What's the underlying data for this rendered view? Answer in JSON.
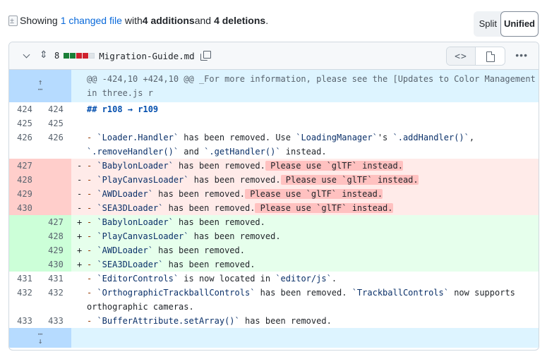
{
  "summary": {
    "prefix": "Showing",
    "changed_files_link": "1 changed file",
    "with": "with",
    "additions": "4 additions",
    "and": "and",
    "deletions": "4 deletions",
    "suffix": "."
  },
  "view_toggle": {
    "split_label": "Split",
    "unified_label": "Unified",
    "selected": "Unified"
  },
  "file": {
    "change_count": "8",
    "stat_bars": [
      "#1a7f37",
      "#1a7f37",
      "#cf222e",
      "#cf222e",
      "#dfe4e8"
    ],
    "name": "Migration-Guide.md",
    "colors": {
      "addition": "#1a7f37",
      "deletion": "#cf222e",
      "neutral": "#dfe4e8"
    }
  },
  "hunk": {
    "header": "@@ -424,10 +424,10 @@ _For more information, please see the [Updates to Color Management in three.js r"
  },
  "lines": [
    {
      "type": "ctx",
      "old": "424",
      "new": "424",
      "heading": "## r108 → r109"
    },
    {
      "type": "ctx",
      "old": "425",
      "new": "425"
    },
    {
      "type": "ctx",
      "old": "426",
      "new": "426",
      "p1": "- ",
      "c1": "`Loader.Handler`",
      "t1": " has been removed. Use ",
      "c2": "`LoadingManager`",
      "t2": "'s ",
      "c3": "`.addHandler()`",
      "t3": ", ",
      "c4": "`.removeHandler()`",
      "t4": " and ",
      "c5": "`.getHandler()`",
      "t5": " instead."
    },
    {
      "type": "del",
      "old": "427",
      "sign": "-",
      "p1": "- ",
      "c1": "`BabylonLoader`",
      "t1": " has been removed.",
      "hl": " Please use `glTF` instead."
    },
    {
      "type": "del",
      "old": "428",
      "sign": "-",
      "p1": "- ",
      "c1": "`PlayCanvasLoader`",
      "t1": " has been removed.",
      "hl": " Please use `glTF` instead."
    },
    {
      "type": "del",
      "old": "429",
      "sign": "-",
      "p1": "- ",
      "c1": "`AWDLoader`",
      "t1": " has been removed.",
      "hl": " Please use `glTF` instead."
    },
    {
      "type": "del",
      "old": "430",
      "sign": "-",
      "p1": "- ",
      "c1": "`SEA3DLoader`",
      "t1": " has been removed.",
      "hl": " Please use `glTF` instead."
    },
    {
      "type": "add",
      "new": "427",
      "sign": "+",
      "p1": "- ",
      "c1": "`BabylonLoader`",
      "t1": " has been removed."
    },
    {
      "type": "add",
      "new": "428",
      "sign": "+",
      "p1": "- ",
      "c1": "`PlayCanvasLoader`",
      "t1": " has been removed."
    },
    {
      "type": "add",
      "new": "429",
      "sign": "+",
      "p1": "- ",
      "c1": "`AWDLoader`",
      "t1": " has been removed."
    },
    {
      "type": "add",
      "new": "430",
      "sign": "+",
      "p1": "- ",
      "c1": "`SEA3DLoader`",
      "t1": " has been removed."
    },
    {
      "type": "ctx",
      "old": "431",
      "new": "431",
      "p1": "- ",
      "c1": "`EditorControls`",
      "t1": " is now located in ",
      "c2": "`editor/js`",
      "t2": "."
    },
    {
      "type": "ctx",
      "old": "432",
      "new": "432",
      "p1": "- ",
      "c1": "`OrthographicTrackballControls`",
      "t1": " has been removed. ",
      "c2": "`TrackballControls`",
      "t2": " now supports orthographic cameras."
    },
    {
      "type": "ctx",
      "old": "433",
      "new": "433",
      "p1": "- ",
      "c1": "`BufferAttribute.setArray()`",
      "t1": " has been removed."
    }
  ],
  "icons": {
    "summary": "file-diff-icon",
    "collapse": "chevron-down-icon",
    "expand_all": "unfold-icon",
    "copy": "copy-icon",
    "code_view": "code-icon",
    "rich_view": "file-icon",
    "more": "kebab-horizontal-icon",
    "expand_up": "fold-up-icon",
    "expand_down": "fold-down-icon"
  }
}
